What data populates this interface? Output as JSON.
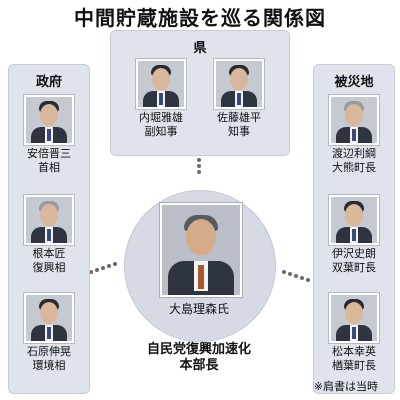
{
  "title": "中間貯蔵施設を巡る関係図",
  "groups": {
    "left": {
      "label": "政府",
      "people": [
        {
          "name": "安倍晋三",
          "role": "首相"
        },
        {
          "name": "根本匠",
          "role": "復興相"
        },
        {
          "name": "石原伸晃",
          "role": "環境相"
        }
      ]
    },
    "top": {
      "label": "県",
      "people": [
        {
          "name": "内堀雅雄",
          "role": "副知事"
        },
        {
          "name": "佐藤雄平",
          "role": "知事"
        }
      ]
    },
    "right": {
      "label": "被災地",
      "people": [
        {
          "name": "渡辺利綱",
          "role": "大熊町長"
        },
        {
          "name": "伊沢史朗",
          "role": "双葉町長"
        },
        {
          "name": "松本幸英",
          "role": "楢葉町長"
        }
      ]
    }
  },
  "center": {
    "name": "大島理森氏",
    "role_line1": "自民党復興加速化",
    "role_line2": "本部長"
  },
  "note": "※肩書は当時"
}
